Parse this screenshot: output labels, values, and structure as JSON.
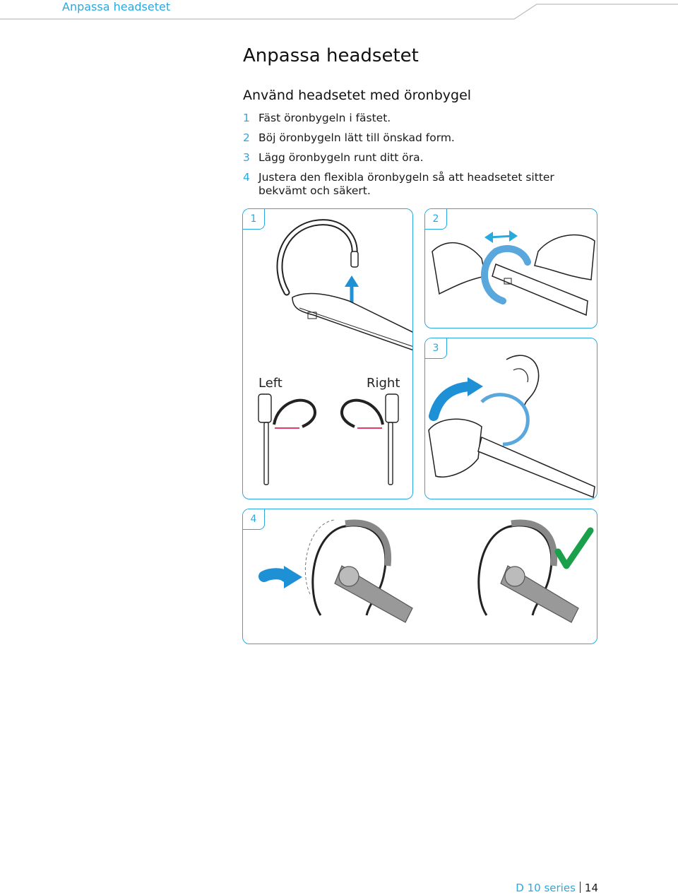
{
  "header": {
    "running_title": "Anpassa headsetet"
  },
  "page_title": "Anpassa headsetet",
  "section_title": "Använd headsetet med öronbygel",
  "steps": [
    {
      "num": "1",
      "text": "Fäst öronbygeln i fästet."
    },
    {
      "num": "2",
      "text": "Böj öronbygeln lätt till önskad form."
    },
    {
      "num": "3",
      "text": "Lägg öronbygeln runt ditt öra."
    },
    {
      "num": "4",
      "text": "Justera den flexibla öronbygeln så att headsetet sitter bekvämt och säkert."
    }
  ],
  "panels": {
    "p1": {
      "num": "1",
      "left_label": "Left",
      "right_label": "Right"
    },
    "p2": {
      "num": "2"
    },
    "p3": {
      "num": "3"
    },
    "p4": {
      "num": "4"
    }
  },
  "colors": {
    "accent": "#29a9e0",
    "highlight": "#1e90d6",
    "check": "#1aa04a"
  },
  "footer": {
    "series": "D 10 series",
    "page": "14"
  }
}
